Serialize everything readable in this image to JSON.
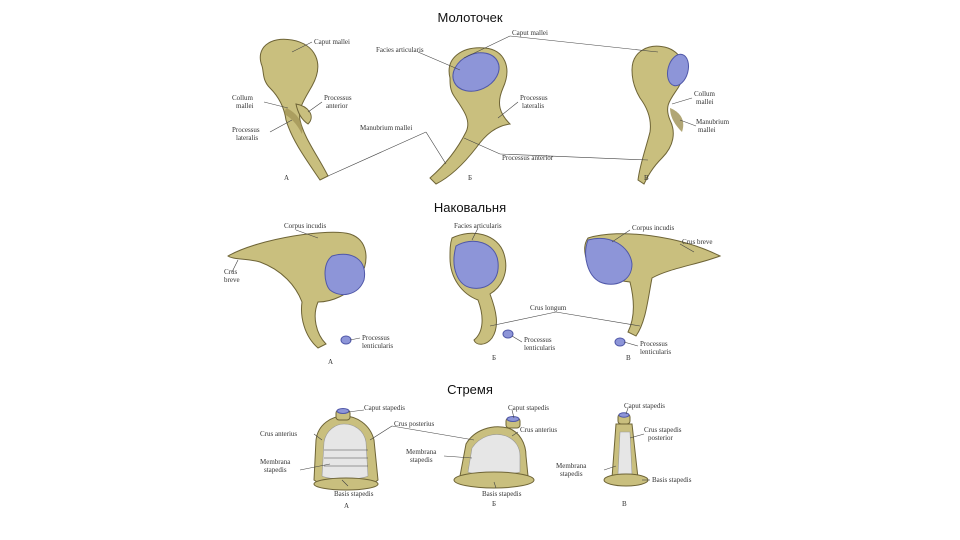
{
  "panels": {
    "malleus": {
      "title": "Молоточек",
      "labels": {
        "caput_a": "Caput mallei",
        "facies": "Facies articularis",
        "caput_bc": "Caput mallei",
        "collum_a_1": "Collum",
        "collum_a_2": "mallei",
        "proc_ant_a_1": "Processus",
        "proc_ant_a_2": "anterior",
        "proc_lat_a_1": "Processus",
        "proc_lat_a_2": "lateralis",
        "manubrium": "Manubrium mallei",
        "proc_lat_b_1": "Processus",
        "proc_lat_b_2": "lateralis",
        "collum_c_1": "Collum",
        "collum_c_2": "mallei",
        "manubrium_c_1": "Manubrium",
        "manubrium_c_2": "mallei",
        "proc_ant_bc": "Processus anterior"
      },
      "views": [
        "А",
        "Б",
        "В"
      ]
    },
    "incus": {
      "title": "Наковальня",
      "labels": {
        "corpus_a": "Corpus incudis",
        "crus_breve_a_1": "Crus",
        "crus_breve_a_2": "breve",
        "proc_lent_a_1": "Processus",
        "proc_lent_a_2": "lenticularis",
        "facies": "Facies articularis",
        "crus_longum": "Crus longum",
        "proc_lent_b_1": "Processus",
        "proc_lent_b_2": "lenticularis",
        "corpus_c": "Corpus incudis",
        "crus_breve_c": "Crus breve",
        "proc_lent_c_1": "Processus",
        "proc_lent_c_2": "lenticularis"
      },
      "views": [
        "А",
        "Б",
        "В"
      ]
    },
    "stapes": {
      "title": "Стремя",
      "labels": {
        "caput_a": "Caput stapedis",
        "crus_anterius_a": "Crus anterius",
        "crus_posterius": "Crus posterius",
        "membrana_a_1": "Membrana",
        "membrana_a_2": "stapedis",
        "basis_a": "Basis stapedis",
        "caput_b": "Caput stapedis",
        "crus_anterius_b": "Crus anterius",
        "membrana_b_1": "Membrana",
        "membrana_b_2": "stapedis",
        "basis_b": "Basis stapedis",
        "caput_c": "Caput stapedis",
        "crus_post_c_1": "Crus stapedis",
        "crus_post_c_2": "posterior",
        "membrana_c_1": "Membrana",
        "membrana_c_2": "stapedis",
        "basis_c": "Basis stapedis"
      },
      "views": [
        "А",
        "Б",
        "В"
      ]
    }
  },
  "colors": {
    "bone": "#c9bf7e",
    "articular": "#8d95d8",
    "outline": "#6e6436"
  }
}
